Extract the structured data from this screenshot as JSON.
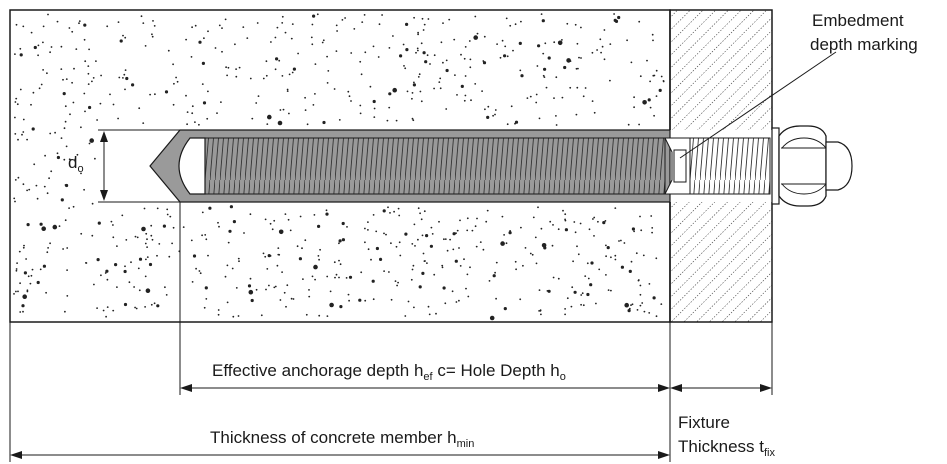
{
  "labels": {
    "embedment_line1": "Embedment",
    "embedment_line2": "depth marking",
    "hole_diameter_main": "d",
    "hole_diameter_sub": "o",
    "effective_depth_main": "Effective anchorage depth h",
    "effective_depth_sub": "ef",
    "effective_depth_mid": " c= Hole Depth h",
    "effective_depth_sub2": "o",
    "thickness_main": "Thickness of concrete member h",
    "thickness_sub": "min",
    "fixture_line1": "Fixture",
    "fixture_line2_main": "Thickness t",
    "fixture_line2_sub": "fix"
  },
  "colors": {
    "outline": "#1a1a1a",
    "mortar": "#9a9a9a",
    "rod": "#ffffff",
    "concrete_dots": "#222222"
  }
}
